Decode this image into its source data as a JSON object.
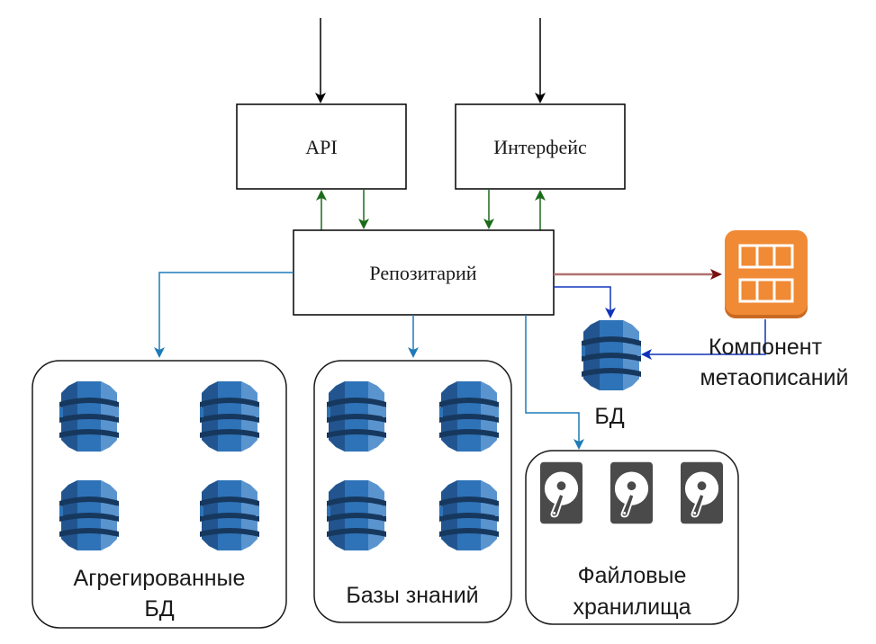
{
  "diagram": {
    "nodes": {
      "api": {
        "label": "API"
      },
      "interface": {
        "label": "Интерфейс"
      },
      "repository": {
        "label": "Репозитарий"
      },
      "meta_component": {
        "label_line1": "Компонент",
        "label_line2": "метаописаний"
      },
      "db": {
        "label": "БД"
      }
    },
    "groups": {
      "aggregated_db": {
        "label_line1": "Агрегированные",
        "label_line2": "БД",
        "db_icon_count": 4
      },
      "knowledge_bases": {
        "label": "Базы знаний",
        "db_icon_count": 4
      },
      "file_storage": {
        "label_line1": "Файловые",
        "label_line2": "хранилища",
        "disk_icon_count": 3
      }
    },
    "edges": [
      {
        "from": "external",
        "to": "api",
        "color": "#000000"
      },
      {
        "from": "external",
        "to": "interface",
        "color": "#000000"
      },
      {
        "from": "repository",
        "to": "api",
        "color": "#1a6b1a"
      },
      {
        "from": "api",
        "to": "repository",
        "color": "#1a6b1a"
      },
      {
        "from": "interface",
        "to": "repository",
        "color": "#1a6b1a"
      },
      {
        "from": "repository",
        "to": "interface",
        "color": "#1a6b1a"
      },
      {
        "from": "repository",
        "to": "aggregated_db",
        "color": "#1f7ab8"
      },
      {
        "from": "repository",
        "to": "knowledge_bases",
        "color": "#1f7ab8"
      },
      {
        "from": "repository",
        "to": "file_storage",
        "color": "#1f7ab8"
      },
      {
        "from": "repository",
        "to": "meta_component",
        "color": "#8b1a1a"
      },
      {
        "from": "repository",
        "to": "db",
        "color": "#1133bb"
      },
      {
        "from": "meta_component",
        "to": "db",
        "color": "#1133bb"
      }
    ],
    "colors": {
      "db_icon": "#2e73b8",
      "meta_icon": "#f08a35",
      "disk_icon": "#4a4a4a"
    }
  }
}
